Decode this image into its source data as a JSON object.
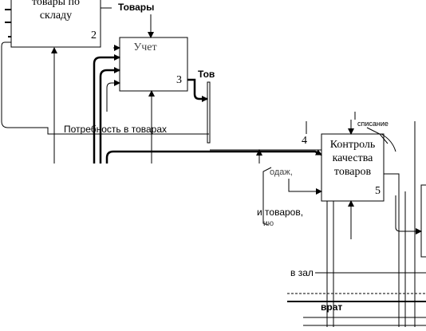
{
  "boxes": [
    {
      "id": "box2",
      "title_line1": "товары по",
      "title_line2": "складу",
      "number": "2"
    },
    {
      "id": "box3",
      "title_line1": "Учет",
      "title_line2": "",
      "number": "3"
    },
    {
      "id": "box5",
      "title_line1": "Контроль",
      "title_line2": "качества",
      "title_line3": "товаров",
      "number": "5"
    }
  ],
  "arrow_labels": {
    "tovary_top": "Товары",
    "tov_partial": "Тов",
    "potrebnost": "Потребность в товарах",
    "num4": "4",
    "spisanie": "списание",
    "partial_mid": "одаж,",
    "partial_low1": "и товаров,",
    "partial_low2": "ию",
    "zal": "в зал",
    "vozvrat": "врат"
  }
}
